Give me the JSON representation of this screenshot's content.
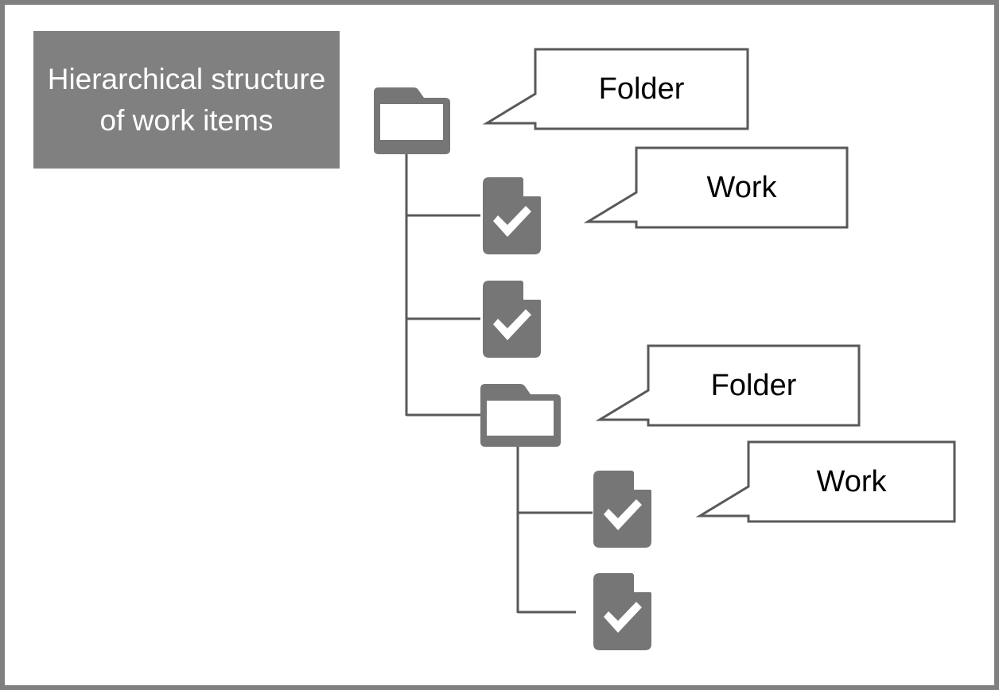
{
  "page": {
    "title_box": {
      "text": "Hierarchical structure of work items",
      "background": "#808080",
      "text_color": "#ffffff"
    },
    "border_color": "#808080",
    "background": "#ffffff"
  },
  "palette": {
    "icon_gray": "#767676",
    "line_gray": "#595959",
    "callout_stroke": "#595959",
    "callout_fill": "#ffffff",
    "title_gray": "#808080",
    "white": "#ffffff",
    "black": "#000000"
  },
  "tree": {
    "nodes": [
      {
        "id": "root-folder",
        "type": "folder",
        "level": 0,
        "label_icon": "folder-icon"
      },
      {
        "id": "work-item-1",
        "type": "work-item",
        "level": 1,
        "label_icon": "work-item-icon"
      },
      {
        "id": "work-item-2",
        "type": "work-item",
        "level": 1,
        "label_icon": "work-item-icon"
      },
      {
        "id": "sub-folder",
        "type": "folder",
        "level": 1,
        "label_icon": "folder-icon"
      },
      {
        "id": "work-item-3",
        "type": "work-item",
        "level": 2,
        "label_icon": "work-item-icon"
      },
      {
        "id": "work-item-4",
        "type": "work-item",
        "level": 2,
        "label_icon": "work-item-icon"
      }
    ]
  },
  "callouts": [
    {
      "id": "callout-folder-1",
      "text": "Folder",
      "points_to": "root-folder"
    },
    {
      "id": "callout-work-1",
      "text": "Work",
      "points_to": "work-item-1"
    },
    {
      "id": "callout-folder-2",
      "text": "Folder",
      "points_to": "sub-folder"
    },
    {
      "id": "callout-work-2",
      "text": "Work",
      "points_to": "work-item-3"
    }
  ]
}
